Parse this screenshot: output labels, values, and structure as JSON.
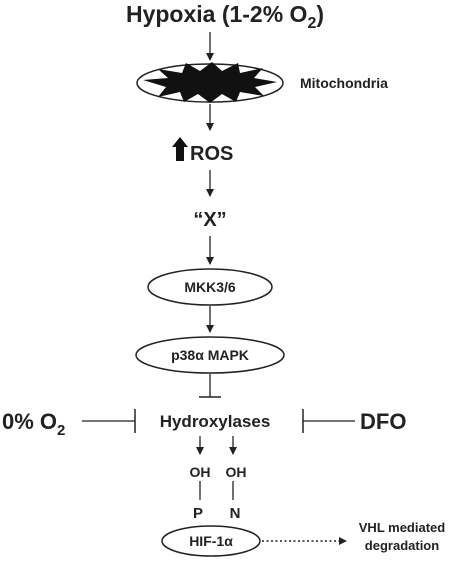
{
  "title": {
    "main": "Hypoxia (1-2% O",
    "subscript": "2",
    "close": ")"
  },
  "mitochondria_label": "Mitochondria",
  "ros_label": "ROS",
  "unknown_label": "“X”",
  "mkk_label": "MKK3/6",
  "p38_label": "p38α MAPK",
  "hydroxylases_label": "Hydroxylases",
  "zero_o2": {
    "main": "0% O",
    "subscript": "2"
  },
  "dfo_label": "DFO",
  "oh_left": "OH",
  "oh_right": "OH",
  "residue_p": "P",
  "residue_n": "N",
  "hif_label": "HIF-1α",
  "vhl_label_line1": "VHL mediated",
  "vhl_label_line2": "degradation",
  "icons": {
    "mitochondria": "starburst-mitochondria-icon",
    "ros_up": "up-arrow-icon"
  }
}
